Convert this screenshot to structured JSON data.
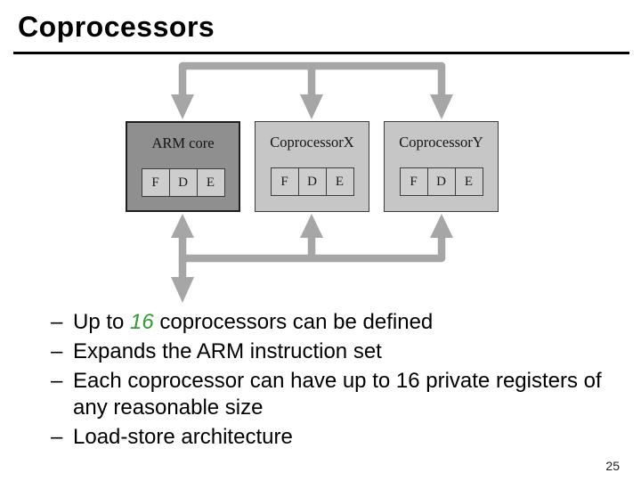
{
  "title": "Coprocessors",
  "page_number": "25",
  "bullet_marker": "–",
  "colors": {
    "highlight_green": "#2e9b2e",
    "connector_gray": "#a6a6a6",
    "arm_box_fill": "#8f8f8f",
    "coprocessor_fill": "#c6c6c6",
    "stage_cell_fill": "#cdcdcd"
  },
  "diagram": {
    "boxes": [
      {
        "label": "ARM core",
        "stages": [
          "F",
          "D",
          "E"
        ]
      },
      {
        "label": "CoprocessorX",
        "stages": [
          "F",
          "D",
          "E"
        ]
      },
      {
        "label": "CoprocessorY",
        "stages": [
          "F",
          "D",
          "E"
        ]
      }
    ]
  },
  "bullets": [
    {
      "pre": "Up to ",
      "num": "16",
      "post": " coprocessors can be defined"
    },
    {
      "text": "Expands the ARM instruction set"
    },
    {
      "text": "Each coprocessor can have up to 16 private registers of any reasonable size"
    },
    {
      "text": "Load-store architecture"
    }
  ]
}
